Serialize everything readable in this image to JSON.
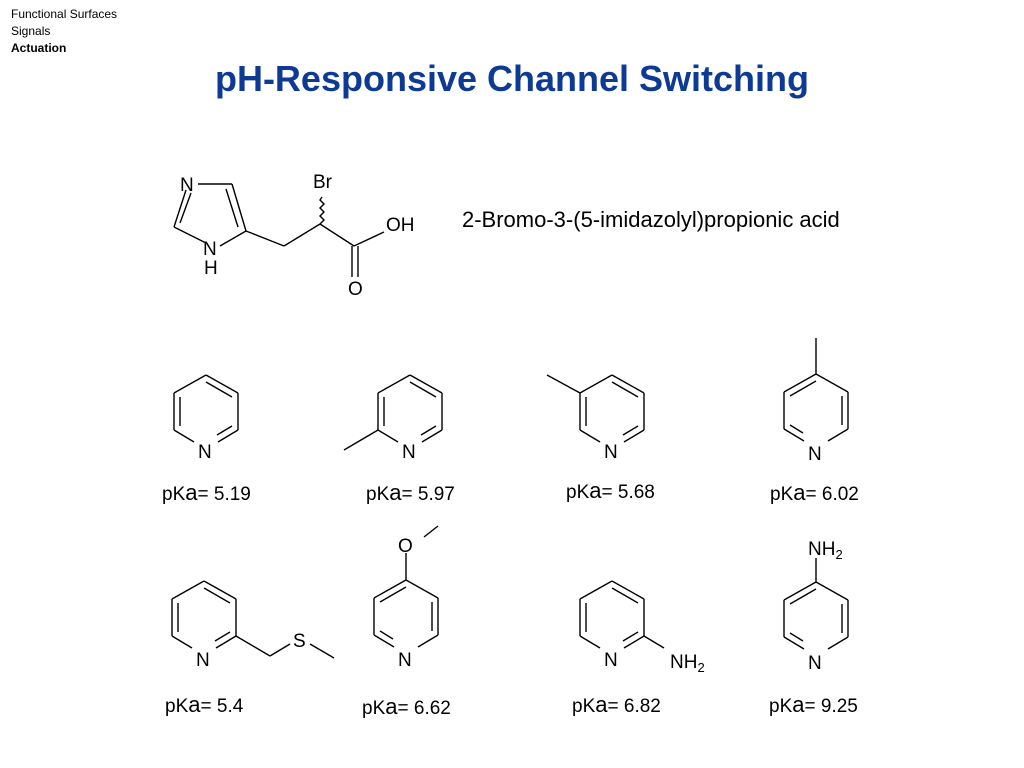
{
  "breadcrumb": {
    "items": [
      "Functional Surfaces",
      "Signals",
      "Actuation"
    ],
    "active": "Actuation"
  },
  "title": "pH-Responsive Channel Switching",
  "main_compound": {
    "name": "2-Bromo-3-(5-imidazolyl)propionic acid",
    "atoms": {
      "n_top": "N",
      "n_ring": "N",
      "h_ring": "H",
      "br": "Br",
      "oh": "OH",
      "o": "O"
    }
  },
  "pka_prefix": "pK",
  "pka_subscript": "a",
  "pka_sep": "= ",
  "compounds": [
    {
      "id": "pyridine",
      "value": "5.19",
      "labels": {
        "n": "N"
      }
    },
    {
      "id": "2-methylpyridine",
      "value": "5.97",
      "labels": {
        "n": "N"
      }
    },
    {
      "id": "3-methylpyridine",
      "value": "5.68",
      "labels": {
        "n": "N"
      }
    },
    {
      "id": "4-methylpyridine",
      "value": "6.02",
      "labels": {
        "n": "N"
      }
    },
    {
      "id": "2-(methylthiomethyl)pyridine",
      "value": "5.4",
      "labels": {
        "n": "N",
        "s": "S"
      }
    },
    {
      "id": "4-methoxypyridine",
      "value": "6.62",
      "labels": {
        "n": "N",
        "o": "O"
      }
    },
    {
      "id": "2-aminopyridine",
      "value": "6.82",
      "labels": {
        "n": "N",
        "nh": "NH",
        "sub": "2"
      }
    },
    {
      "id": "4-aminopyridine",
      "value": "9.25",
      "labels": {
        "n": "N",
        "nh": "NH",
        "sub": "2"
      }
    }
  ]
}
